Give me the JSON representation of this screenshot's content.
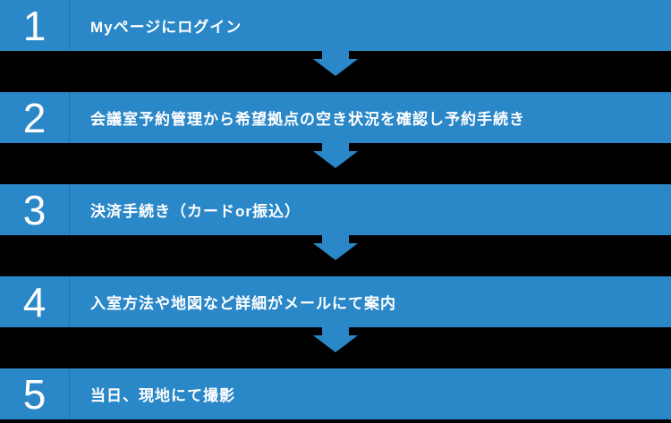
{
  "flow": {
    "steps": [
      {
        "number": "1",
        "label": "Myページにログイン"
      },
      {
        "number": "2",
        "label": "会議室予約管理から希望拠点の空き状況を確認し予約手続き"
      },
      {
        "number": "3",
        "label": "決済手続き（カードor振込）"
      },
      {
        "number": "4",
        "label": "入室方法や地図など詳細がメールにて案内"
      },
      {
        "number": "5",
        "label": "当日、現地にて撮影"
      }
    ]
  },
  "icons": {
    "step_connector": "down-arrow-icon"
  },
  "colors": {
    "bar": "#2a87c8",
    "arrow": "#2a87c8",
    "divider": "#2273ab",
    "background": "#000000",
    "text": "#ffffff"
  }
}
